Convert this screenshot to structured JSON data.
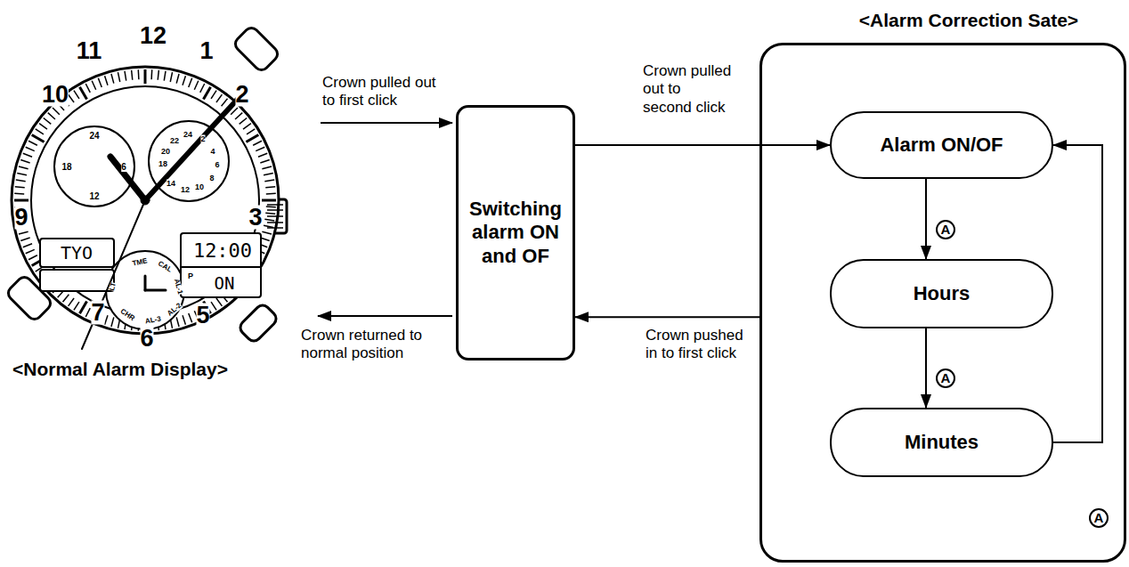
{
  "diagram": {
    "nodes": [
      {
        "text": [
          "Switching alarm ON and OF"
        ]
      },
      {
        "text": [
          "<Alarm Correction Sate>"
        ]
      },
      {
        "text": [
          "Alarm ON/OF"
        ],
        "in": 1
      },
      {
        "text": [
          "Hours"
        ],
        "in": 1
      },
      {
        "text": [
          "Minutes"
        ],
        "in": 1
      }
    ],
    "edges": [
      {
        "from": 0,
        "to": 2,
        "arrow": "to",
        "label": "Crown pulled out to second click"
      },
      {
        "from": 1,
        "to": 0,
        "arrow": "to",
        "label": "Crown pushed in to first click"
      },
      {
        "from": 2,
        "to": 3,
        "arrow": "to",
        "label": "A"
      },
      {
        "from": 3,
        "to": 4,
        "arrow": "to",
        "label": "A"
      },
      {
        "from": 4,
        "to": 2,
        "arrow": "to",
        "label": "A"
      }
    ],
    "labels": [
      "Crown pulled out to first click",
      "Crown returned to normal position",
      "<Normal Alarm Display>",
      "12",
      "11",
      "1",
      "10",
      "2",
      "9",
      "3",
      "7",
      "5",
      "6",
      "24",
      "18",
      "6",
      "12",
      "22",
      "24",
      "2",
      "20",
      "4",
      "18",
      "6",
      "14",
      "12",
      "10",
      "8",
      "TYO",
      "12:00",
      "P",
      "ON",
      "TME",
      "CAL",
      "AL-1",
      "AL-2",
      "AL-3",
      "CHR",
      "LT"
    ]
  }
}
